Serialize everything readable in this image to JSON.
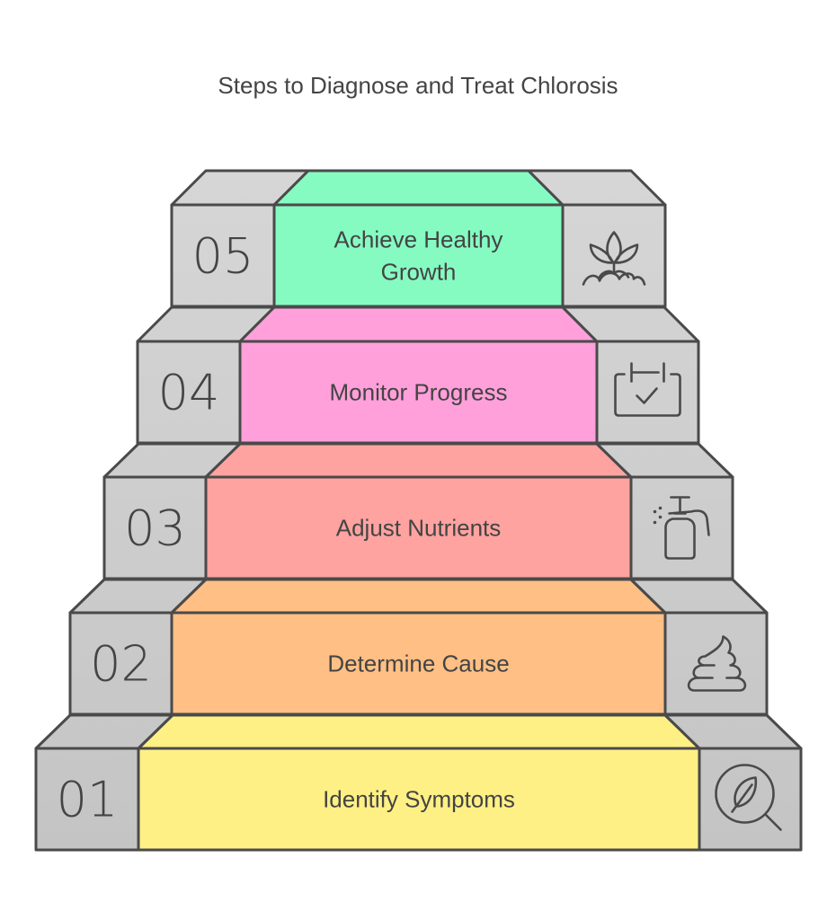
{
  "title": "Steps to Diagnose and Treat Chlorosis",
  "steps": [
    {
      "number": "01",
      "label": "Identify Symptoms",
      "icon": "leaf-magnifier-icon",
      "color": "#FFF085"
    },
    {
      "number": "02",
      "label": "Determine Cause",
      "icon": "soil-mound-icon",
      "color": "#FFBF85"
    },
    {
      "number": "03",
      "label": "Adjust Nutrients",
      "icon": "spray-bottle-icon",
      "color": "#FFA3A0"
    },
    {
      "number": "04",
      "label": "Monitor Progress",
      "icon": "calendar-check-icon",
      "color": "#FFA0DA"
    },
    {
      "number": "05",
      "label": "Achieve Healthy Growth",
      "icon": "sprout-icon",
      "color": "#85FBC2"
    }
  ],
  "colors": {
    "stroke": "#4a4a4a",
    "side_top": "#d6d6d6",
    "side_bottom": "#c4c4c4",
    "text": "#444444"
  }
}
